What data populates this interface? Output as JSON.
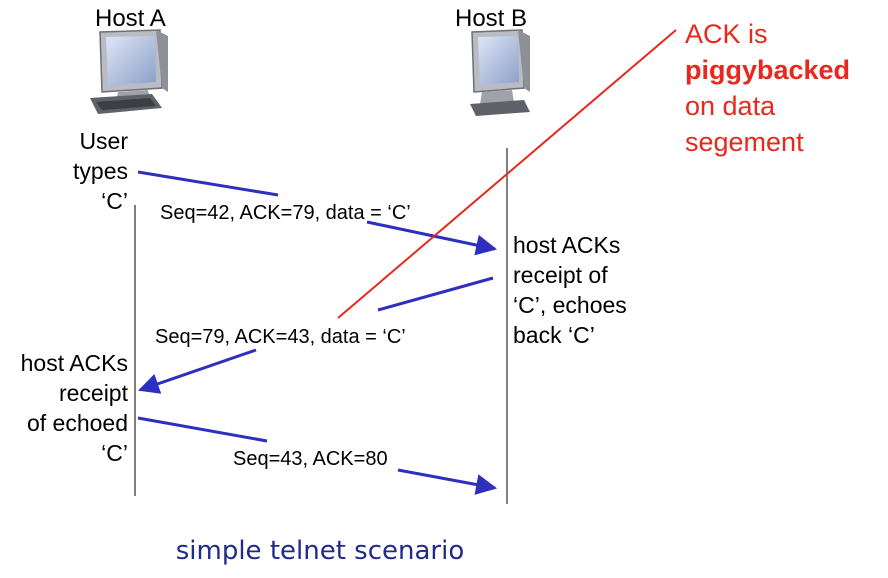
{
  "hosts": {
    "a": {
      "label": "Host A"
    },
    "b": {
      "label": "Host B"
    }
  },
  "host_a_events": [
    "User",
    "types",
    "‘C’"
  ],
  "host_a_ack": [
    "host ACKs",
    "receipt",
    "of echoed",
    "‘C’"
  ],
  "host_b_ack": [
    "host ACKs",
    "receipt of",
    "‘C’, echoes",
    "back ‘C’"
  ],
  "segments": [
    {
      "label": "Seq=42, ACK=79, data = ‘C’"
    },
    {
      "label": "Seq=79, ACK=43, data = ‘C’"
    },
    {
      "label": "Seq=43, ACK=80"
    }
  ],
  "annotation": {
    "line1": "ACK is",
    "line2": "piggybacked",
    "line3": "on data",
    "line4": "segement"
  },
  "caption": "simple telnet scenario",
  "colors": {
    "arrow": "#2d2fbf",
    "annotation": "#e8281c",
    "caption": "#1f2a8a",
    "timeline": "#555555"
  },
  "icons": [
    "desktop-computer-icon",
    "desktop-computer-icon"
  ]
}
